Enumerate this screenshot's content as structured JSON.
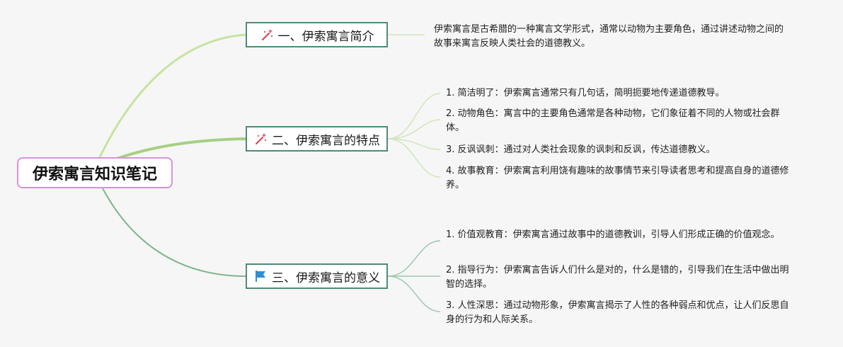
{
  "root": {
    "label": "伊索寓言知识笔记"
  },
  "branches": [
    {
      "label": "一、伊索寓言简介",
      "icon": "sparkle-wand-icon",
      "description": "伊索寓言是古希腊的一种寓言文学形式，通常以动物为主要角色，通过讲述动物之间的故事来寓言反映人类社会的道德教义。"
    },
    {
      "label": "二、伊索寓言的特点",
      "icon": "sparkle-wand-icon",
      "items": [
        "1. 简洁明了：伊索寓言通常只有几句话，简明扼要地传递道德教导。",
        "2. 动物角色：寓言中的主要角色通常是各种动物，它们象征着不同的人物或社会群体。",
        "3. 反讽讽刺：通过对人类社会现象的讽刺和反讽，传达道德教义。",
        "4. 故事教育：伊索寓言利用饶有趣味的故事情节来引导读者思考和提高自身的道德修养。"
      ]
    },
    {
      "label": "三、伊索寓言的意义",
      "icon": "blue-flag-icon",
      "items": [
        "1. 价值观教育：伊索寓言通过故事中的道德教训，引导人们形成正确的价值观念。",
        "2. 指导行为：伊索寓言告诉人们什么是对的，什么是错的，引导我们在生活中做出明智的选择。",
        "3. 人性深思：通过动物形象，伊索寓言揭示了人性的各种弱点和优点，让人们反思自身的行为和人际关系。"
      ]
    }
  ],
  "colors": {
    "root_border": "#d991db",
    "branch_border": "#4f8a78",
    "branch1_line": "#c7e3a0",
    "branch2_line": "#a6cf85",
    "branch3_line": "#7fb58e",
    "leaf_line": "#cfe6b9",
    "leaf_line_3": "#9ec9b0"
  }
}
